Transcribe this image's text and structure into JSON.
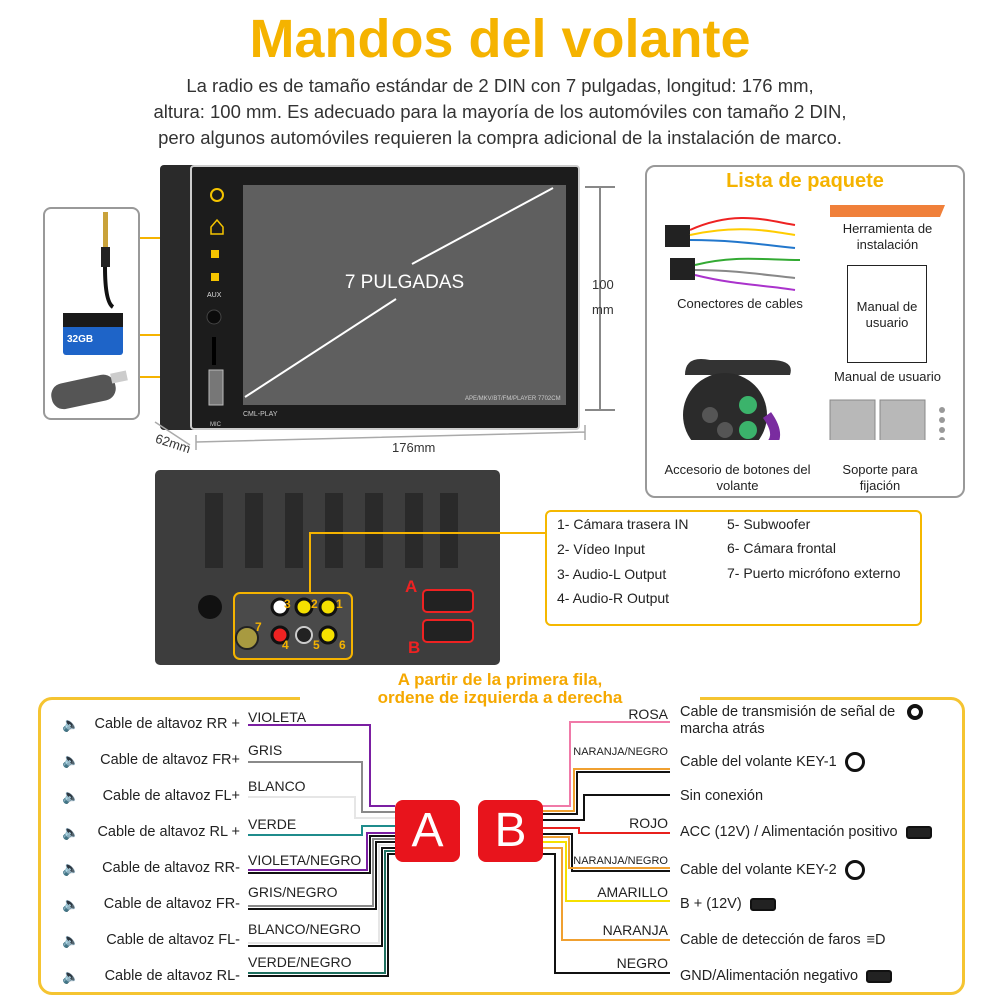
{
  "title": "Mandos del volante",
  "description": [
    "La radio es de tamaño estándar de 2 DIN con 7 pulgadas, longitud: 176 mm,",
    "altura: 100 mm. Es adecuado para la mayoría de los automóviles con tamaño 2 DIN,",
    "pero algunos automóviles requieren la compra adicional de la instalación de marco."
  ],
  "radio": {
    "screen_label": "7 PULGADAS",
    "brand": "CML-PLAY",
    "model": "APE/MKV/BT/FM/PLAYER   7702CM",
    "aux": "AUX",
    "mic": "MIC",
    "width": "176mm",
    "height_value": "100",
    "height_unit": "mm",
    "depth": "62mm",
    "sd_card": "32GB"
  },
  "package": {
    "title": "Lista de paquete",
    "items": [
      {
        "label": "Conectores de cables"
      },
      {
        "label": "Herramienta de instalación"
      },
      {
        "label": "Manual de usuario",
        "inner": "Manual de usuario"
      },
      {
        "label": "Accesorio de botones del volante"
      },
      {
        "label": "Soporte para fijación"
      }
    ]
  },
  "rear": {
    "ports": [
      "1",
      "2",
      "3",
      "4",
      "5",
      "6",
      "7"
    ],
    "conn_a": "A",
    "conn_b": "B"
  },
  "legend": {
    "items": [
      "1-  Cámara trasera IN",
      "2-  Vídeo Input",
      "3-   Audio-L Output",
      "4-  Audio-R Output",
      "5-  Subwoofer",
      "6-  Cámara frontal",
      "7-  Puerto micrófono externo"
    ]
  },
  "note": [
    "A partir de la primera fila,",
    "ordene de izquierda a derecha"
  ],
  "connector_a": "A",
  "connector_b": "B",
  "left_wires": [
    {
      "function": "Cable de altavoz  RR +",
      "color_name": "VIOLETA",
      "color": "#7b1fa2"
    },
    {
      "function": "Cable de altavoz FR+",
      "color_name": "GRIS",
      "color": "#8a8a8a"
    },
    {
      "function": "Cable de altavoz FL+",
      "color_name": "BLANCO",
      "color": "#e6e6e6"
    },
    {
      "function": "Cable de altavoz RL +",
      "color_name": "VERDE",
      "color": "#1f8c8c"
    },
    {
      "function": "Cable de altavoz RR-",
      "color_name": "VIOLETA/NEGRO",
      "color": "#7b1fa2"
    },
    {
      "function": "Cable de altavoz FR-",
      "color_name": "GRIS/NEGRO",
      "color": "#8a8a8a"
    },
    {
      "function": "Cable de altavoz FL-",
      "color_name": "BLANCO/NEGRO",
      "color": "#e6e6e6"
    },
    {
      "function": "Cable de altavoz RL-",
      "color_name": "VERDE/NEGRO",
      "color": "#1f6f5f"
    }
  ],
  "right_wires": [
    {
      "color_name": "ROSA",
      "function": "Cable de transmisión de señal de",
      "function2": "marcha atrás",
      "color": "#f07aa8",
      "icon": "camera-icon"
    },
    {
      "color_name": "NARANJA/NEGRO",
      "function": "Cable del volante KEY-1",
      "color": "#f0a030",
      "icon": "steering-wheel-icon"
    },
    {
      "color_name": "",
      "function": "Sin conexión",
      "color": "#111111",
      "icon": ""
    },
    {
      "color_name": "ROJO",
      "function": "ACC (12V) / Alimentación positivo",
      "color": "#e8201c",
      "icon": "battery-icon"
    },
    {
      "color_name": "NARANJA/NEGRO",
      "function": "Cable del volante KEY-2",
      "color": "#f0a030",
      "icon": "steering-wheel-icon"
    },
    {
      "color_name": "AMARILLO",
      "function": "B + (12V)",
      "color": "#f5e000",
      "icon": "battery-icon"
    },
    {
      "color_name": "NARANJA",
      "function": "Cable de detección de faros",
      "color": "#f0a030",
      "icon": "headlight-icon"
    },
    {
      "color_name": "NEGRO",
      "function": "GND/Alimentación negativo",
      "color": "#111111",
      "icon": "battery-icon"
    }
  ],
  "colors": {
    "accent": "#f5b300",
    "connector": "#e8141c"
  }
}
